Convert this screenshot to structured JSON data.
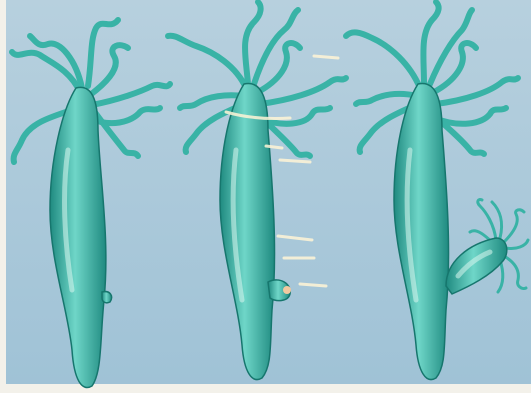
{
  "image": {
    "subject": "hydra-budding-sequence",
    "panels": [
      {
        "stage": "adult-hydra"
      },
      {
        "stage": "bud-forming"
      },
      {
        "stage": "bud-with-tentacles"
      }
    ]
  },
  "colors": {
    "background_top": "#b7d0de",
    "background_bottom": "#9fc2d6",
    "body_light": "#6fd6c8",
    "body_mid": "#39b3a6",
    "body_dark": "#1f8a80",
    "outline": "#16766d",
    "highlight": "#d9f6ee",
    "glint": "#fff4d6",
    "bud_tip": "#f2c9a0",
    "paper_edge": "#f3f1ea"
  }
}
